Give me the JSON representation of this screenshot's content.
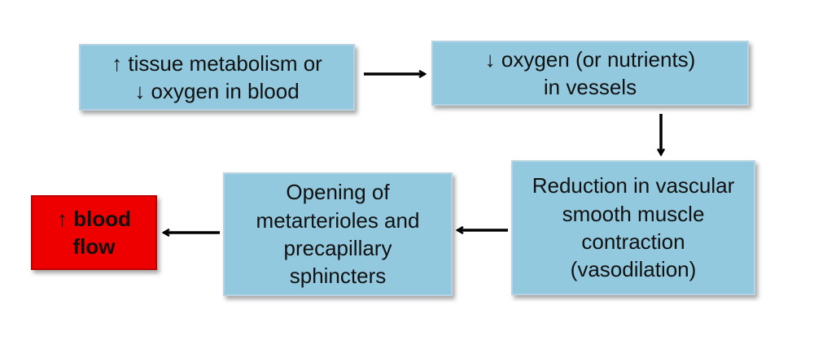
{
  "diagram": {
    "boxes": {
      "tissue": "↑ tissue metabolism or\n↓ oxygen in blood",
      "oxygen": "↓ oxygen (or nutrients)\nin vessels",
      "reduction": "Reduction in vascular\nsmooth muscle\ncontraction\n(vasodilation)",
      "opening": "Opening of\nmetarterioles and\nprecapillary\nsphincters",
      "bloodflow": "↑ blood\nflow"
    },
    "colors": {
      "box_fill": "#92c9de",
      "box_border": "#b7d3e3",
      "result_fill": "#ee0000",
      "arrow": "#000000"
    }
  }
}
